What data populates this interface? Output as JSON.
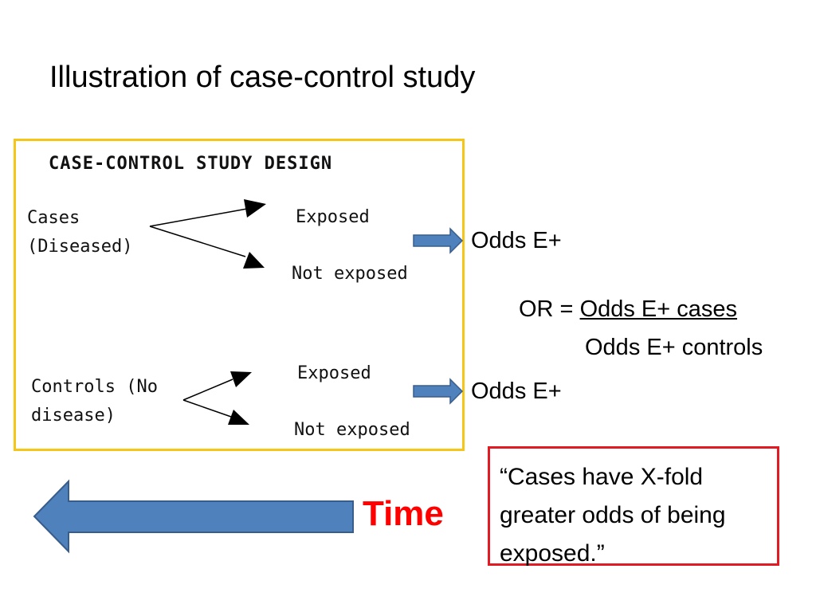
{
  "slide": {
    "title": "Illustration of case-control study"
  },
  "design": {
    "title": "CASE-CONTROL STUDY DESIGN",
    "cases_line1": "Cases",
    "cases_line2": "(Diseased)",
    "controls_line1": "Controls (No",
    "controls_line2": "disease)",
    "exposed": "Exposed",
    "not_exposed": "Not exposed"
  },
  "odds": {
    "label": "Odds E+"
  },
  "or_formula": {
    "prefix": "OR = ",
    "numerator": "Odds E+ cases",
    "denominator": "Odds E+ controls"
  },
  "quote": {
    "line1": "“Cases have X-fold",
    "line2": "greater odds of being",
    "line3": "exposed.”"
  },
  "time": {
    "label": "Time"
  },
  "colors": {
    "arrow_fill": "#4f81bd",
    "arrow_stroke": "#385d8a",
    "box_border": "#f5c518",
    "quote_border": "#e01b24",
    "time_text": "#ff0000"
  }
}
